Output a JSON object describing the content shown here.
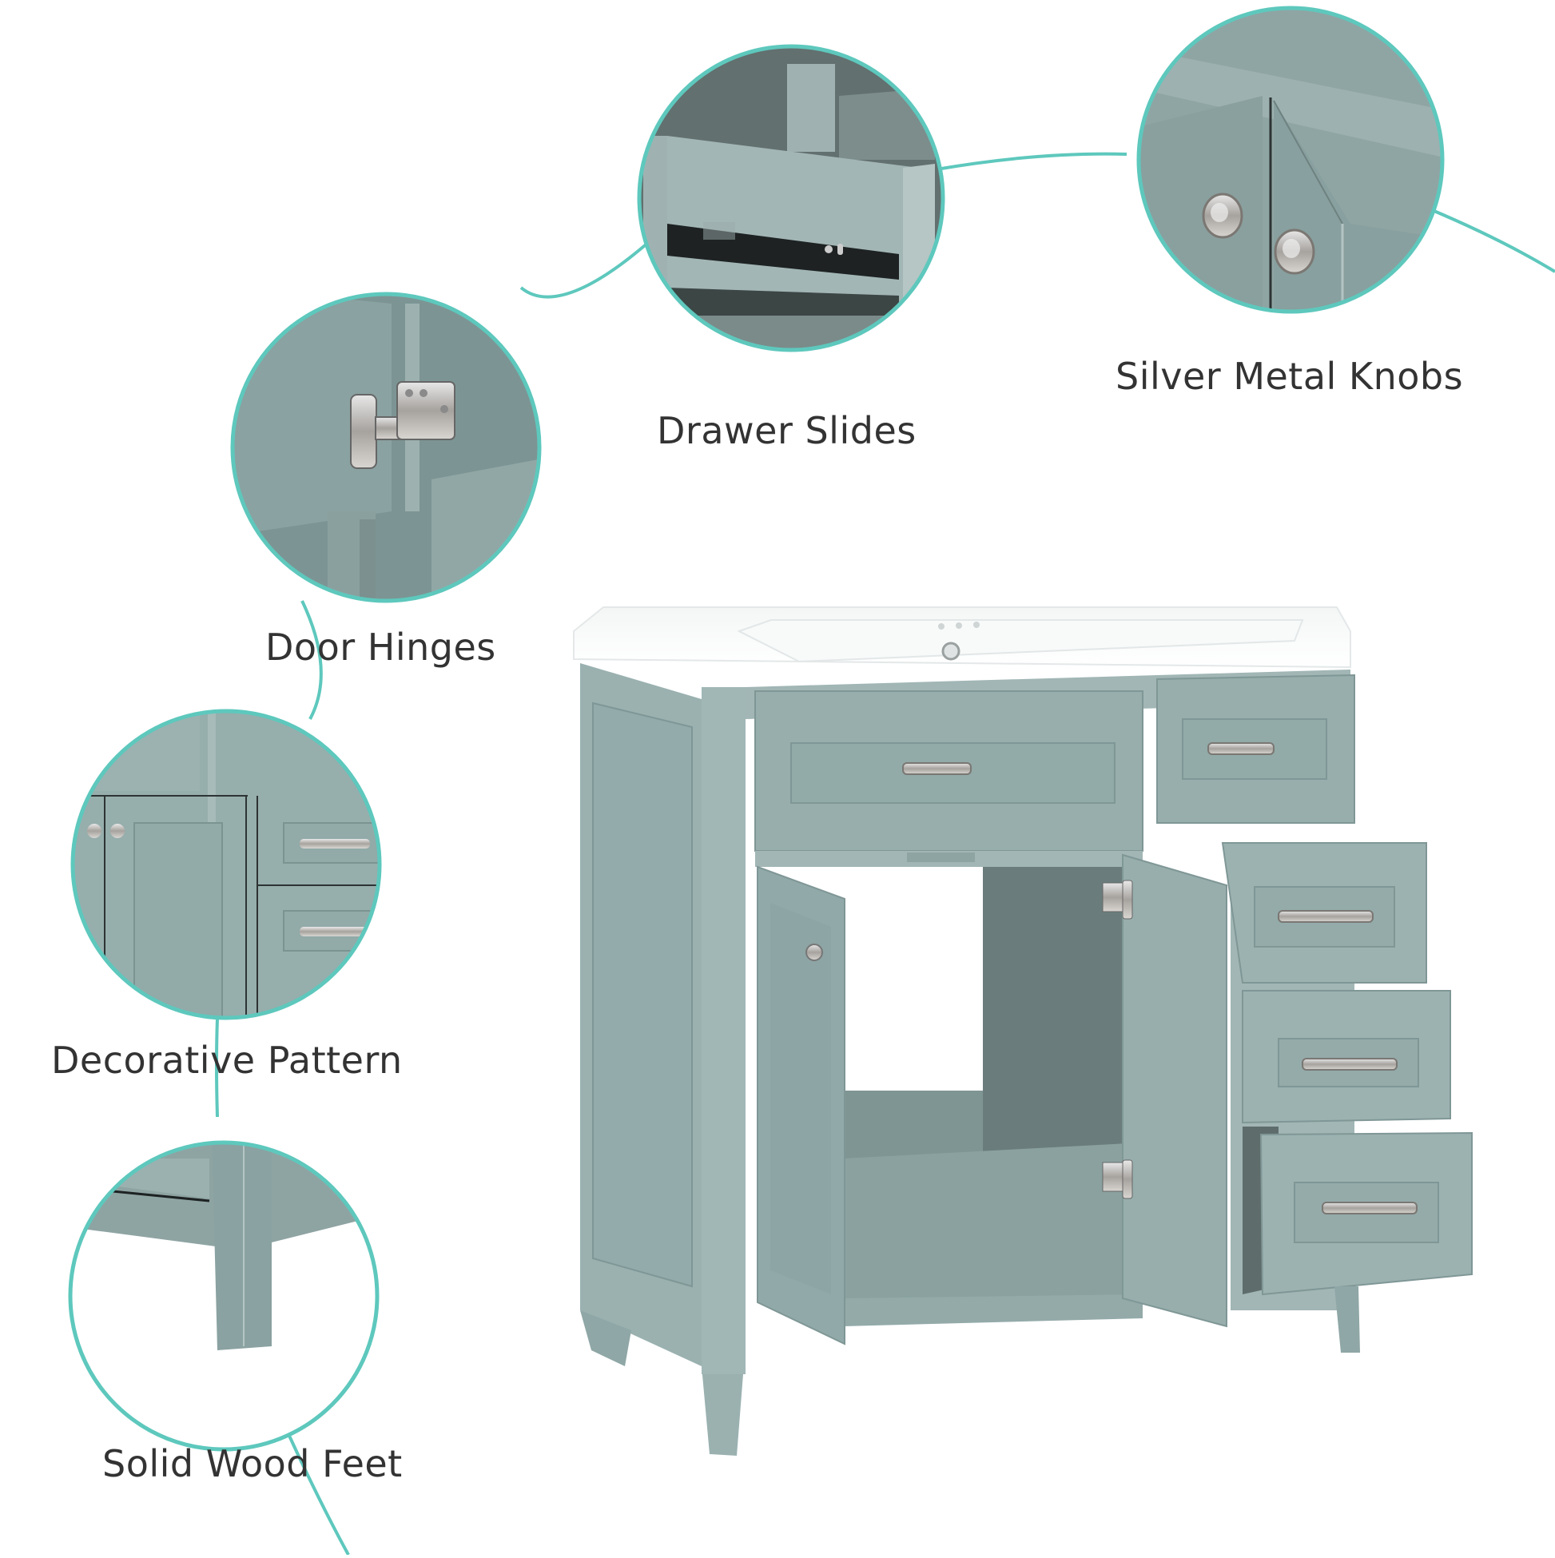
{
  "image": {
    "subject": "Bathroom vanity cabinet with integrated sink",
    "accent_color": "#5ec8bd",
    "cabinet_color": "#93aaa9",
    "text_color": "#333333"
  },
  "callouts": [
    {
      "id": "drawer-slides",
      "label": "Drawer Slides",
      "icon": "drawer-slide-detail"
    },
    {
      "id": "silver-metal-knobs",
      "label": "Silver Metal Knobs",
      "icon": "knob-detail"
    },
    {
      "id": "door-hinges",
      "label": "Door Hinges",
      "icon": "hinge-detail"
    },
    {
      "id": "decorative-pattern",
      "label": "Decorative Pattern",
      "icon": "panel-pattern-detail"
    },
    {
      "id": "solid-wood-feet",
      "label": "Solid Wood Feet",
      "icon": "leg-detail"
    }
  ]
}
